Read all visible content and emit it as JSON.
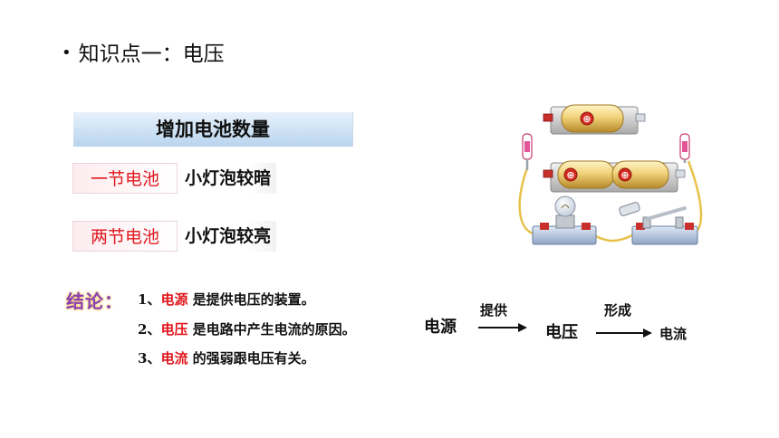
{
  "slide": {
    "title": "知识点一：电压"
  },
  "banner": {
    "text": "增加电池数量"
  },
  "rows": [
    {
      "label": "一节电池",
      "result": "小灯泡较暗"
    },
    {
      "label": "两节电池",
      "result": "小灯泡较亮"
    }
  ],
  "conclusion": {
    "heading": "结论：",
    "points": [
      {
        "num": "1、",
        "key": "电源",
        "rest": " 是提供电压的装置。"
      },
      {
        "num": "2、",
        "key": "电压",
        "rest": " 是电路中产生电流的原因。"
      },
      {
        "num": "3、",
        "key": "电流",
        "rest": " 的强弱跟电压有关。"
      }
    ]
  },
  "flow": {
    "source": "电源",
    "arrow1": "提供",
    "voltage": "电压",
    "arrow2": "形成",
    "current": "电流"
  },
  "battery_symbol": "⊕",
  "colors": {
    "accent_red": "#e0171d",
    "banner_blue": "#b9d4ee",
    "conclusion_purple": "#8a3fb3"
  }
}
